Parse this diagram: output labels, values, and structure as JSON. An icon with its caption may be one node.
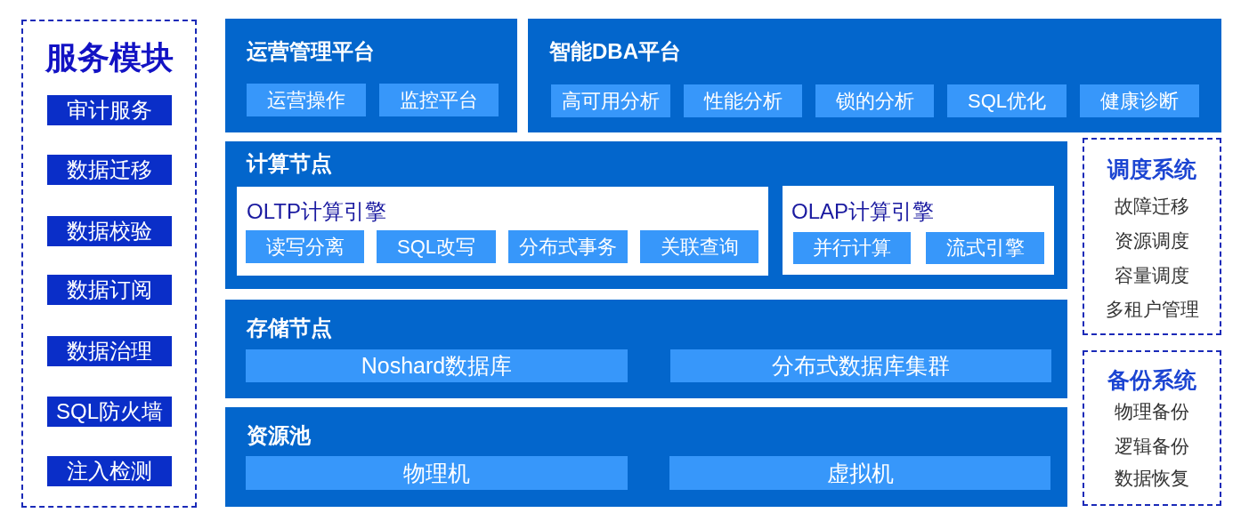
{
  "diagram": {
    "nodes": [
      {
        "text": [
          "服务模块"
        ]
      },
      {
        "text": [
          "审计服务"
        ],
        "in": 0
      },
      {
        "text": [
          "数据迁移"
        ],
        "in": 0
      },
      {
        "text": [
          "数据校验"
        ],
        "in": 0
      },
      {
        "text": [
          "数据订阅"
        ],
        "in": 0
      },
      {
        "text": [
          "数据治理"
        ],
        "in": 0
      },
      {
        "text": [
          "SQL防火墙"
        ],
        "in": 0
      },
      {
        "text": [
          "注入检测"
        ],
        "in": 0
      },
      {
        "text": [
          "运营管理平台"
        ]
      },
      {
        "text": [
          "运营操作"
        ],
        "in": 8
      },
      {
        "text": [
          "监控平台"
        ],
        "in": 8
      },
      {
        "text": [
          "智能DBA平台"
        ]
      },
      {
        "text": [
          "高可用分析"
        ],
        "in": 11
      },
      {
        "text": [
          "性能分析"
        ],
        "in": 11
      },
      {
        "text": [
          "锁的分析"
        ],
        "in": 11
      },
      {
        "text": [
          "SQL优化"
        ],
        "in": 11
      },
      {
        "text": [
          "健康诊断"
        ],
        "in": 11
      },
      {
        "text": [
          "计算节点"
        ]
      },
      {
        "text": [
          "OLTP计算引擎"
        ],
        "in": 17
      },
      {
        "text": [
          "读写分离"
        ],
        "in": 18
      },
      {
        "text": [
          "SQL改写"
        ],
        "in": 18
      },
      {
        "text": [
          "分布式事务"
        ],
        "in": 18
      },
      {
        "text": [
          "关联查询"
        ],
        "in": 18
      },
      {
        "text": [
          "OLAP计算引擎"
        ],
        "in": 17
      },
      {
        "text": [
          "并行计算"
        ],
        "in": 23
      },
      {
        "text": [
          "流式引擎"
        ],
        "in": 23
      },
      {
        "text": [
          "调度系统",
          "故障迁移",
          "资源调度",
          "容量调度",
          "多租户管理"
        ]
      },
      {
        "text": [
          "存储节点"
        ]
      },
      {
        "text": [
          "Noshard数据库"
        ],
        "in": 27
      },
      {
        "text": [
          "分布式数据库集群"
        ],
        "in": 27
      },
      {
        "text": [
          "备份系统",
          "物理备份",
          "逻辑备份",
          "数据恢复"
        ]
      },
      {
        "text": [
          "资源池"
        ]
      },
      {
        "text": [
          "物理机"
        ],
        "in": 31
      },
      {
        "text": [
          "虚拟机"
        ],
        "in": 31
      }
    ]
  }
}
